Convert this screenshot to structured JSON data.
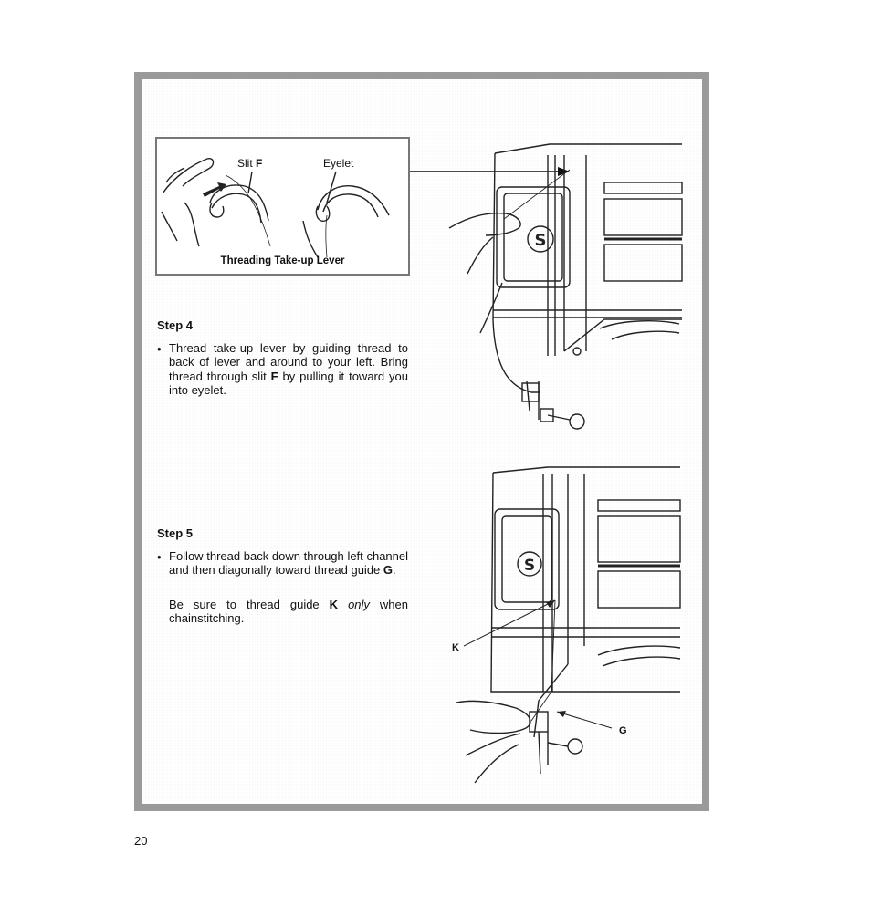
{
  "inset": {
    "slit_label": "Slit",
    "slit_letter": "F",
    "eyelet_label": "Eyelet",
    "caption": "Threading Take-up Lever"
  },
  "step4": {
    "heading": "Step 4",
    "bullet": "•",
    "text_parts": [
      "Thread take-up lever by guiding thread to back of lever and around to your left. Bring thread through slit ",
      "F",
      " by pulling it toward you into eyelet."
    ]
  },
  "step5": {
    "heading": "Step 5",
    "bullet": "•",
    "text_parts": [
      "Follow thread back down through left channel and then diagonally toward thread guide ",
      "G",
      "."
    ],
    "note_parts": [
      "Be sure to thread guide ",
      "K",
      " ",
      "only",
      " when chainstitching."
    ]
  },
  "callouts": {
    "k": "K",
    "g": "G"
  },
  "machine_logo": "S",
  "page_number": "20"
}
